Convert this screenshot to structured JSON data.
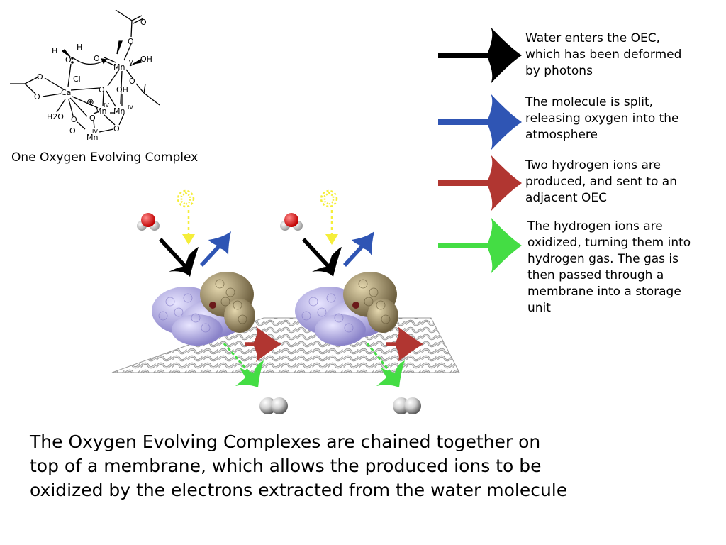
{
  "structure": {
    "label": "One Oxygen Evolving Complex",
    "atoms": {
      "h_top": "H",
      "h_left": "H",
      "o_water": "O",
      "o_double": "O",
      "mn_v": "Mn",
      "mn_v_ox": "V",
      "oh_right": "OH",
      "cl": "Cl",
      "ca": "Ca",
      "oh_mid": "OH",
      "plus": "⊕",
      "mn_iv_a": "Mn",
      "mn_iv_a_ox": "IV",
      "mn_iv_b": "Mn",
      "mn_iv_b_ox": "IV",
      "mn_iv_c": "Mn",
      "mn_iv_c_ox": "IV",
      "h2o": "H2O",
      "o1": "O",
      "o2": "O",
      "o3": "O",
      "o4": "O",
      "o5": "O",
      "o6": "O",
      "o7": "O",
      "o8": "O",
      "o9": "O",
      "o10": "O",
      "o11": "O"
    }
  },
  "legend": [
    {
      "color": "#000000",
      "text": "Water enters the OEC,\nwhich has been deformed\nby photons"
    },
    {
      "color": "#2f55b4",
      "text": "The molecule is split,\nreleasing oxygen into the\natmosphere"
    },
    {
      "color": "#b13631",
      "text": "Two hydrogen ions are\nproduced, and sent to an\nadjacent OEC"
    },
    {
      "color": "#44dd44",
      "text": "The hydrogen ions are\noxidized, turning them into\nhydrogen gas. The gas is\nthen passed through a\nmembrane into a storage\nunit"
    }
  ],
  "caption": "The Oxygen Evolving Complexes are chained together on\ntop of a membrane, which allows the produced ions to be\noxidized by the electrons extracted from the water molecule",
  "colors": {
    "black_arrow": "#000000",
    "blue_arrow": "#2f55b4",
    "red_arrow": "#b13631",
    "green_arrow": "#44dd44",
    "photon": "#f5ee3a",
    "protein_purple": "#b3aee8",
    "protein_tan": "#b7a67b",
    "membrane": "#bdbdbd"
  }
}
